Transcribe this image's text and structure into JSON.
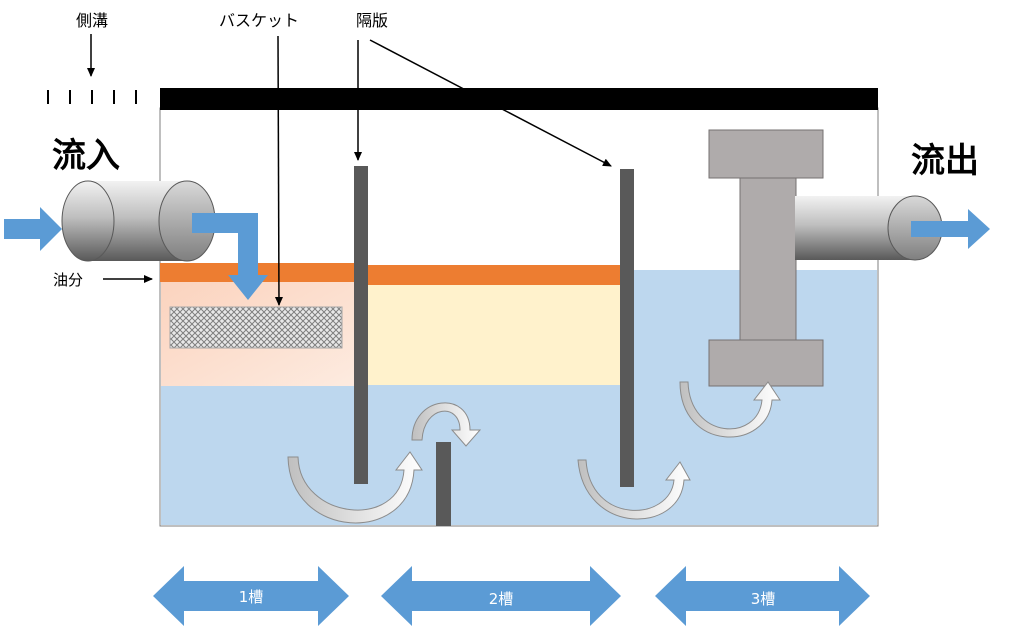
{
  "labels": {
    "side_ditch": "側溝",
    "basket": "バスケット",
    "partition": "隔版",
    "inflow": "流入",
    "outflow": "流出",
    "oil": "油分"
  },
  "chambers": [
    "1槽",
    "2槽",
    "3槽"
  ],
  "colors": {
    "water": "#BDD7EE",
    "oil_layer": "#ED7D31",
    "chamber2_fill": "#FFF2CC",
    "partition": "#595959",
    "arrow_blue": "#5B9BD5",
    "pipe_gray": "#A6A6A6",
    "trap_gray": "#AFABAB",
    "lid": "#000000"
  },
  "icons": [
    "inflow-arrow-icon",
    "outflow-arrow-icon",
    "flow-arrow-icon",
    "basket-mesh-icon"
  ]
}
